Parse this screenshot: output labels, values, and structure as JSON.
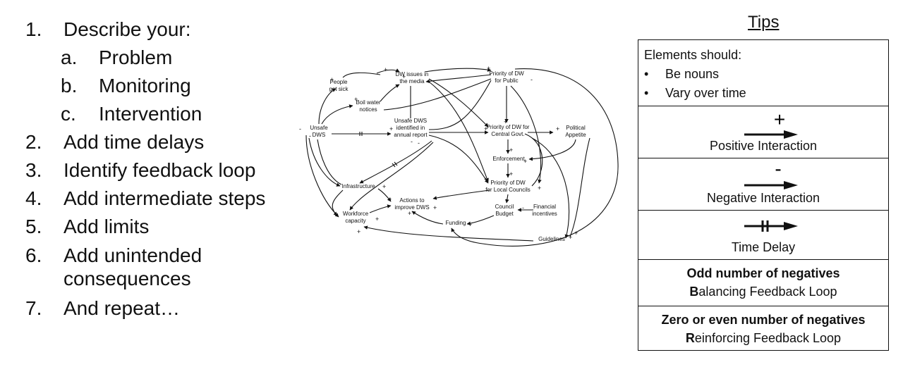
{
  "steps": [
    {
      "num": "1.",
      "text": "Describe your:",
      "subs": [
        {
          "num": "a.",
          "text": "Problem"
        },
        {
          "num": "b.",
          "text": "Monitoring"
        },
        {
          "num": "c.",
          "text": "Intervention"
        }
      ]
    },
    {
      "num": "2.",
      "text": "Add time delays"
    },
    {
      "num": "3.",
      "text": "Identify feedback loop"
    },
    {
      "num": "4.",
      "text": "Add intermediate steps"
    },
    {
      "num": "5.",
      "text": "Add limits"
    },
    {
      "num": "6.",
      "text": "Add unintended consequences"
    },
    {
      "num": "7.",
      "text": "And repeat…"
    }
  ],
  "diagram": {
    "nodes": {
      "people_sick": [
        "People",
        "get sick"
      ],
      "dw_media": [
        "DW issues in",
        "the media"
      ],
      "priority_public": [
        "Priority of DW",
        "for Public"
      ],
      "boil_water": [
        "Boil water",
        "notices"
      ],
      "unsafe_dws": [
        "Unsafe",
        "DWS"
      ],
      "unsafe_identified": [
        "Unsafe DWS",
        "identified in",
        "annual report"
      ],
      "priority_central": [
        "Priority of DW for",
        "Central Govt."
      ],
      "political": [
        "Political",
        "Appetite"
      ],
      "enforcement": [
        "Enforcement"
      ],
      "priority_local": [
        "Priority of DW",
        "for Local Councils"
      ],
      "infrastructure": [
        "Infrastructure"
      ],
      "actions": [
        "Actions to",
        "improve DWS"
      ],
      "council_budget": [
        "Council",
        "Budget"
      ],
      "financial": [
        "Financial",
        "incentives"
      ],
      "workforce": [
        "Workforce",
        "capacity"
      ],
      "funding": [
        "Funding"
      ],
      "guidelines": [
        "Guidelines"
      ]
    },
    "plus": "+",
    "minus": "-"
  },
  "tips": {
    "title": "Tips",
    "elements_heading": "Elements should:",
    "bullet": "•",
    "bullets": [
      "Be nouns",
      "Vary over time"
    ],
    "positive_sign": "+",
    "positive_label": "Positive Interaction",
    "negative_sign": "-",
    "negative_label": "Negative Interaction",
    "delay_label": "Time Delay",
    "odd_heading": "Odd number of negatives",
    "odd_letter": "B",
    "odd_rest": "alancing Feedback Loop",
    "even_heading": "Zero or even number of negatives",
    "even_letter": "R",
    "even_rest": "einforcing Feedback Loop"
  }
}
